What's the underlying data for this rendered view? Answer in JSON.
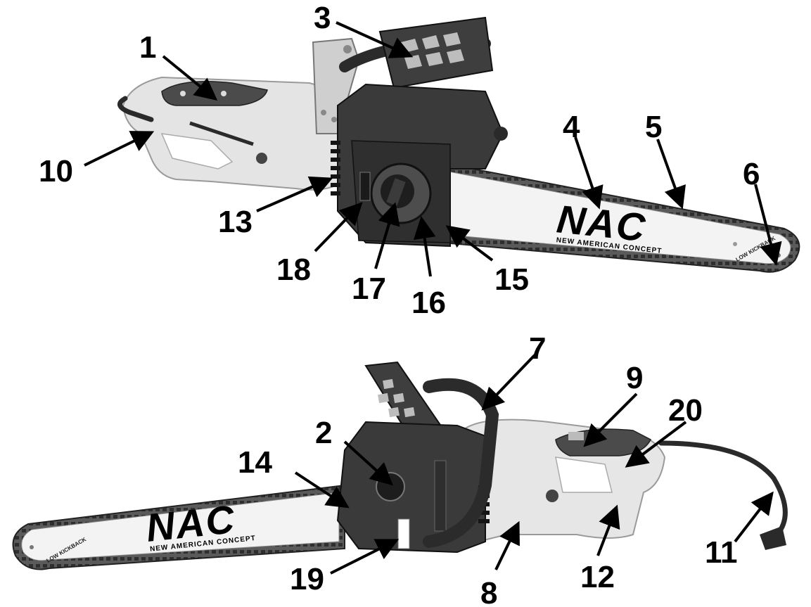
{
  "colors": {
    "body": "#e6e6e6",
    "housing": "#3a3a3a",
    "grip": "#555555",
    "bar": "#f2f2f2",
    "chain": "#4a4a4a",
    "ink": "#000000"
  },
  "branding": {
    "logo": "NAC",
    "tagline": "NEW AMERICAN CONCEPT",
    "bar_note": "LOW KICKBACK"
  },
  "callouts": {
    "c1": "1",
    "c2": "2",
    "c3": "3",
    "c4": "4",
    "c5": "5",
    "c6": "6",
    "c7": "7",
    "c8": "8",
    "c9": "9",
    "c10": "10",
    "c11": "11",
    "c12": "12",
    "c13": "13",
    "c14": "14",
    "c15": "15",
    "c16": "16",
    "c17": "17",
    "c18": "18",
    "c19": "19",
    "c20": "20"
  }
}
